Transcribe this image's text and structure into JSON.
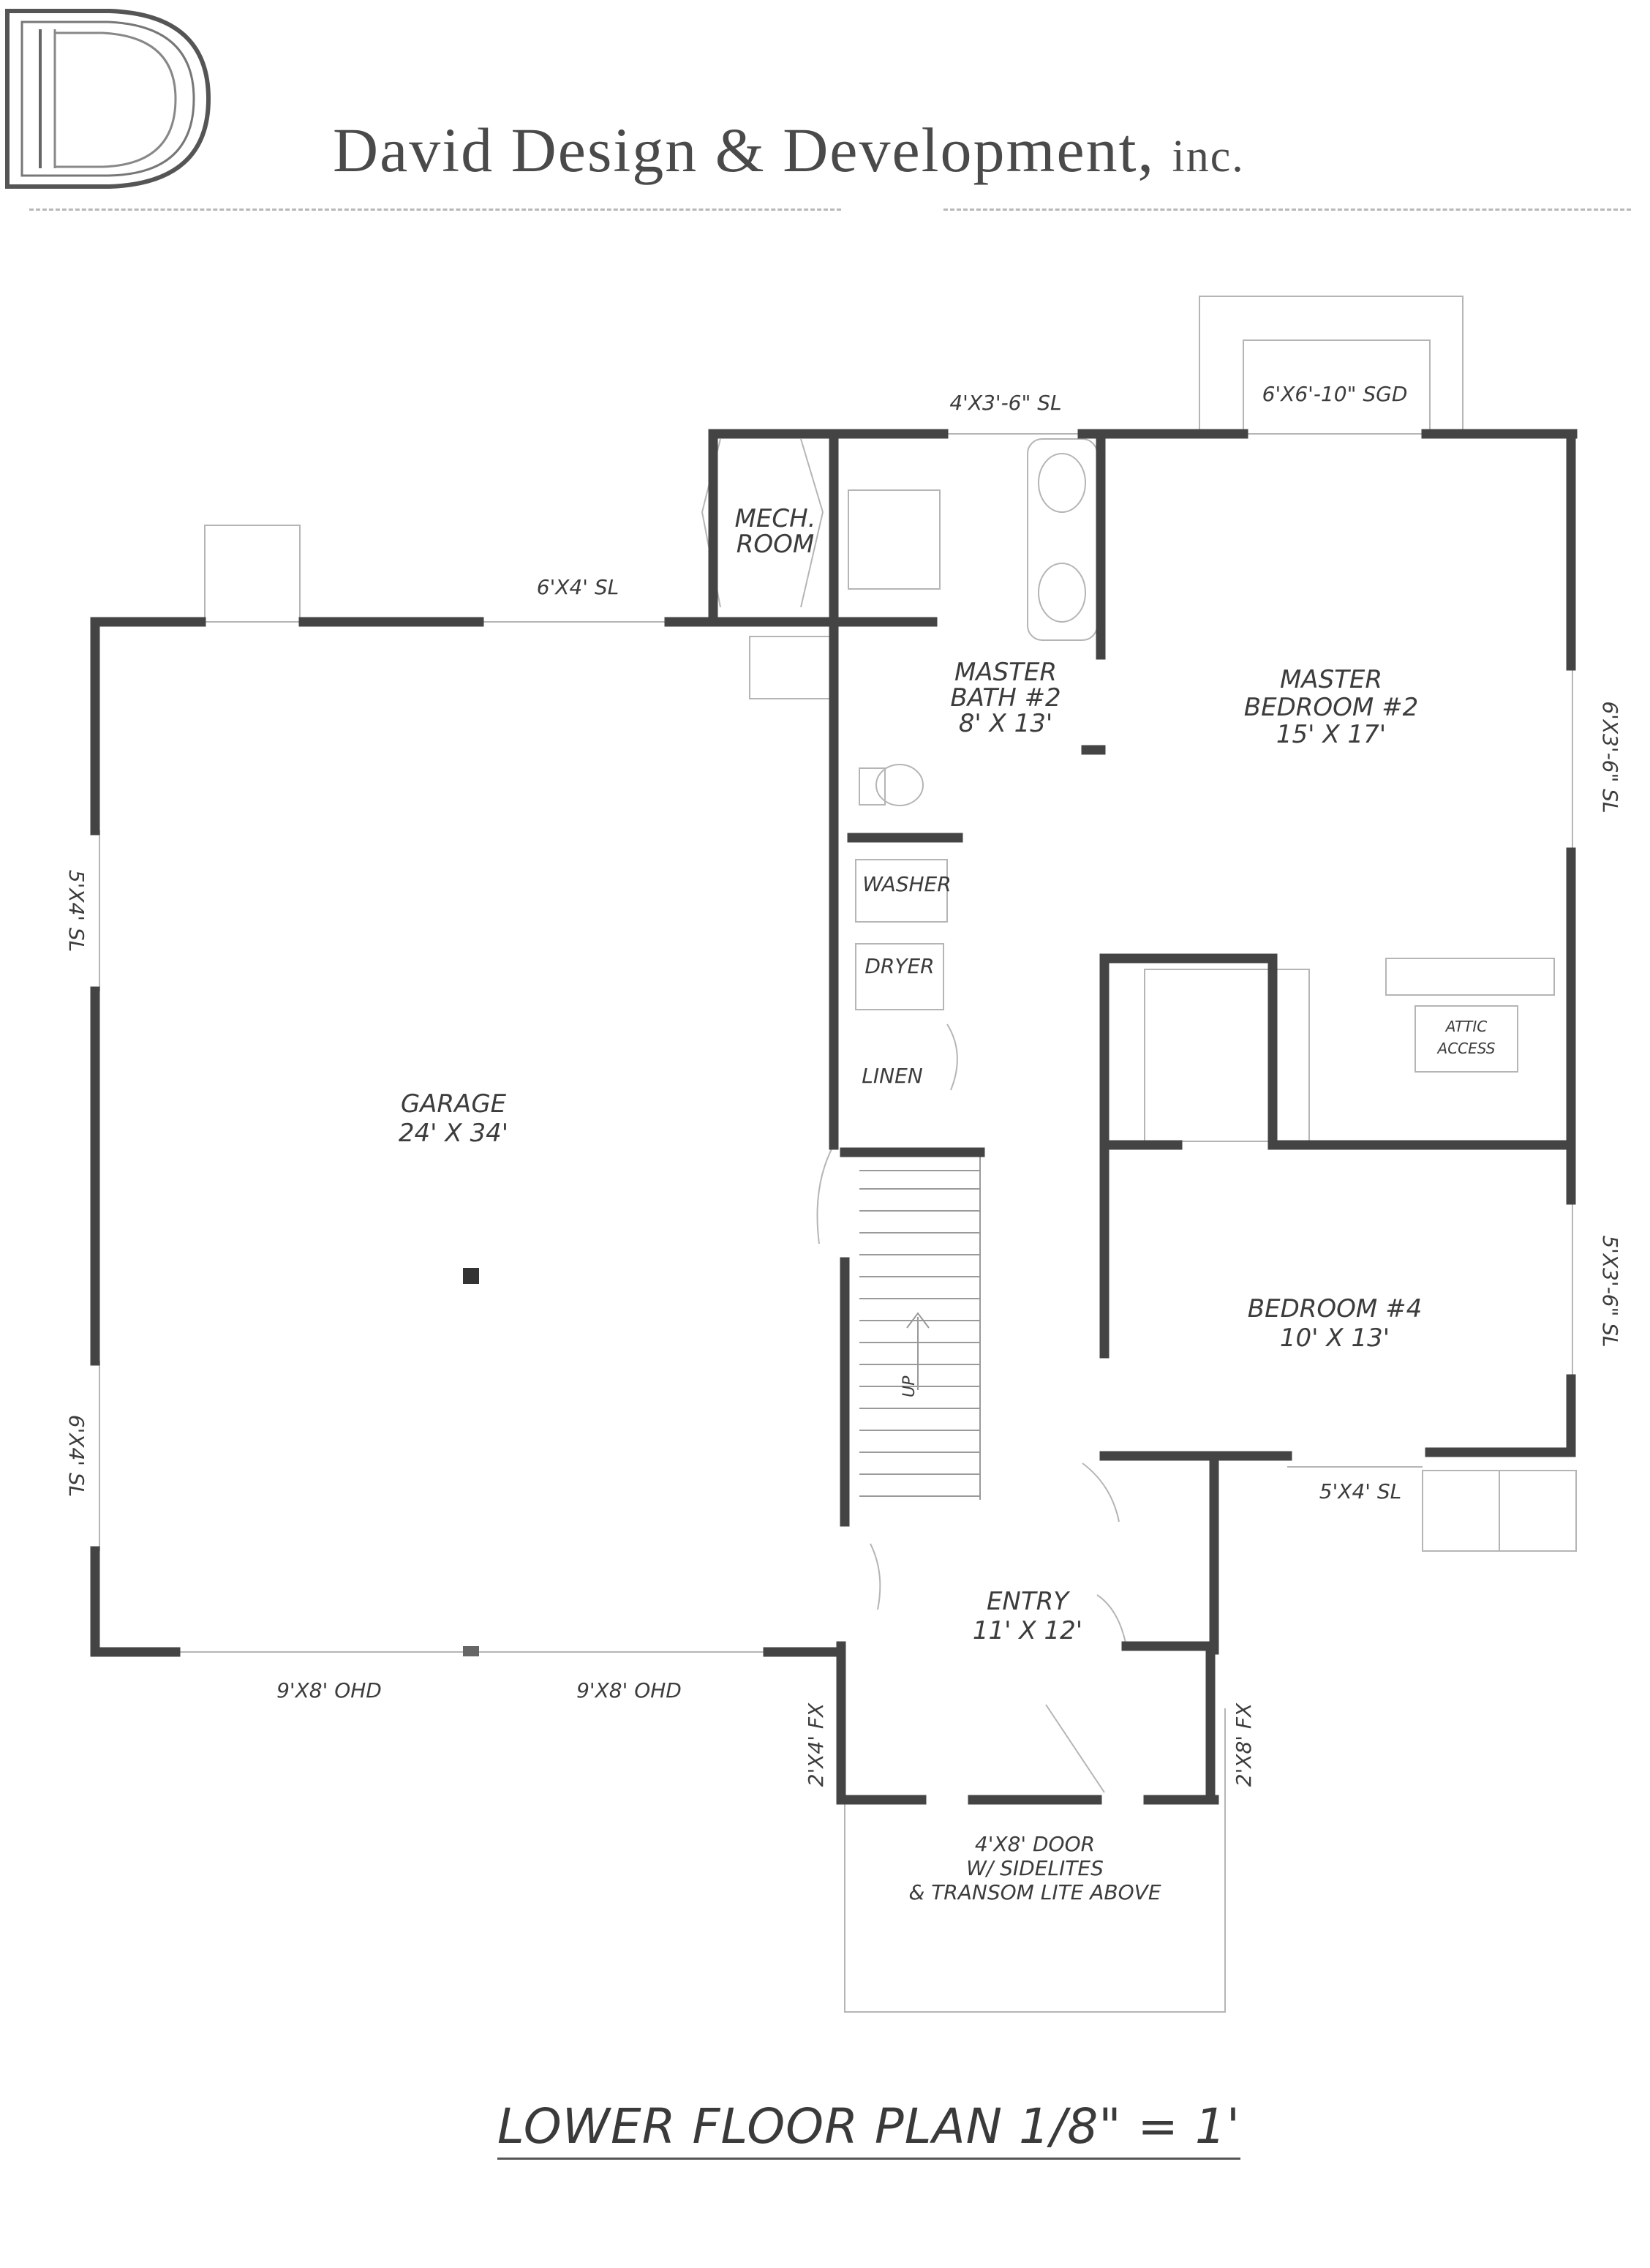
{
  "header": {
    "logo_letter": "D",
    "company_name": "David Design & Development,",
    "company_suffix": "inc."
  },
  "rooms": {
    "mech_room": [
      "MECH.",
      "ROOM"
    ],
    "master_bath": [
      "MASTER",
      "BATH #2",
      "8' X 13'"
    ],
    "master_bedroom": [
      "MASTER",
      "BEDROOM #2",
      "15' X 17'"
    ],
    "washer": "WASHER",
    "dryer": "DRYER",
    "linen": "LINEN",
    "garage": [
      "GARAGE",
      "24' X 34'"
    ],
    "bedroom4": [
      "BEDROOM #4",
      "10' X 13'"
    ],
    "entry": [
      "ENTRY",
      "11' X 12'"
    ],
    "attic_access": [
      "ATTIC",
      "ACCESS"
    ],
    "stair_up": "UP"
  },
  "windows": {
    "top_bath": "4'X3'-6\" SL",
    "top_sgd": "6'X6'-10\" SGD",
    "garage_top": "6'X4' SL",
    "garage_left_upper": "5'X4' SL",
    "garage_left_lower": "6'X4' SL",
    "master_right": "6'X3'-6\" SL",
    "bedroom_right": "5'X3'-6\" SL",
    "bedroom_bottom": "5'X4' SL",
    "garage_door_left": "9'X8' OHD",
    "garage_door_right": "9'X8' OHD",
    "entry_left": "2'X4' FX",
    "entry_right": "2'X8' FX",
    "front_door": [
      "4'X8' DOOR",
      "W/ SIDELITES",
      "& TRANSOM LITE ABOVE"
    ]
  },
  "footer": {
    "title": "LOWER FLOOR PLAN 1/8\" = 1'"
  }
}
